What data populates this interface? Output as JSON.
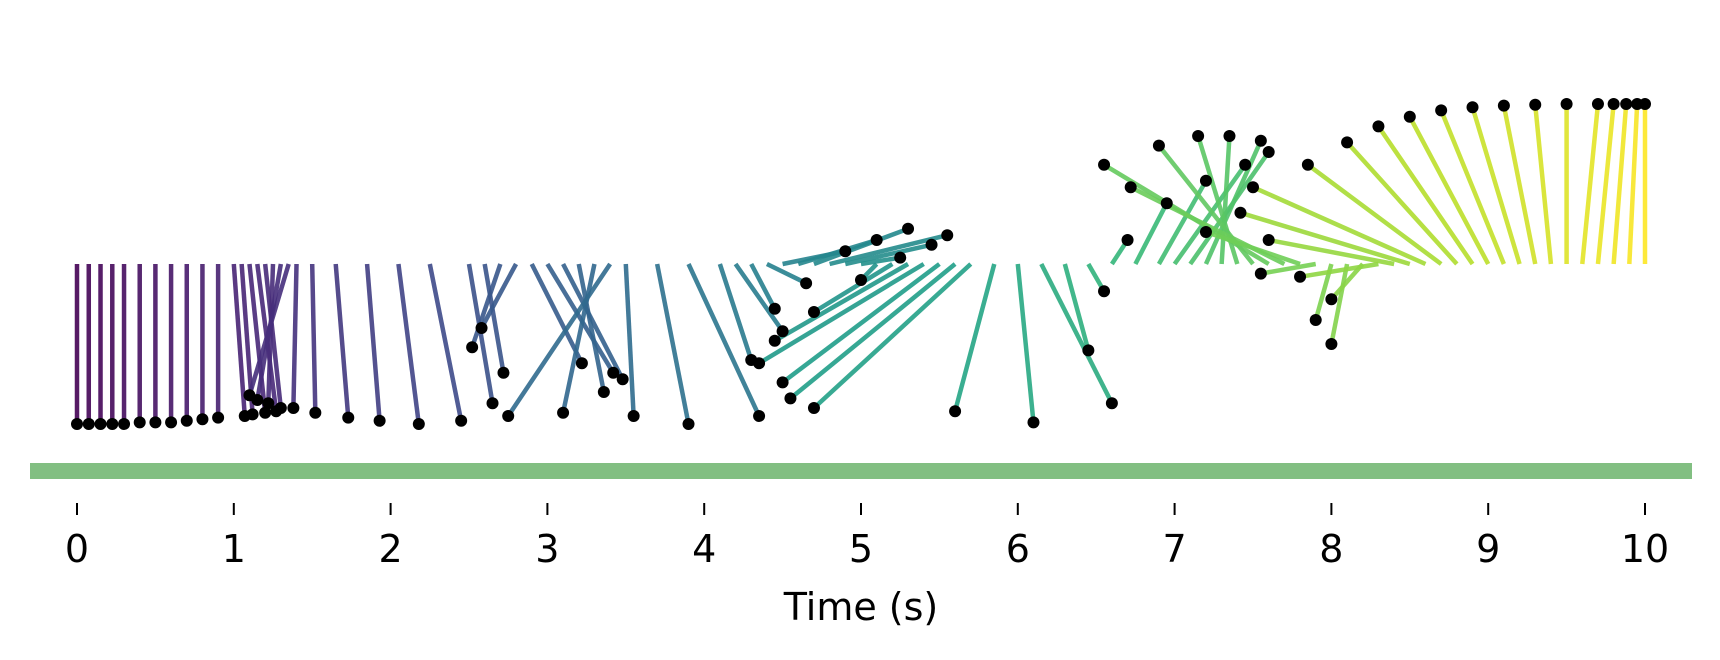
{
  "chart_data": {
    "type": "line",
    "description_type": "swing-up pendulum stroboscopic trajectory",
    "xlabel": "Time (s)",
    "xlim": [
      0,
      10
    ],
    "x_ticks": [
      "0",
      "1",
      "2",
      "3",
      "4",
      "5",
      "6",
      "7",
      "8",
      "9",
      "10"
    ],
    "grid": false,
    "colormap": "viridis",
    "ground_color": "#82bf82",
    "bob_color": "#000000",
    "frames": {
      "t": [
        0,
        0.075,
        0.15,
        0.225,
        0.3,
        0.4,
        0.5,
        0.6,
        0.7,
        0.8,
        0.9,
        1.0,
        1.05,
        1.1,
        1.15,
        1.2,
        1.25,
        1.3,
        1.35,
        1.4,
        1.5,
        1.65,
        1.85,
        2.05,
        2.25,
        2.5,
        2.6,
        2.7,
        2.8,
        2.9,
        3.0,
        3.1,
        3.2,
        3.3,
        3.4,
        3.5,
        3.7,
        3.9,
        4.1,
        4.2,
        4.3,
        4.4,
        4.5,
        4.6,
        4.7,
        4.8,
        4.9,
        5.0,
        5.1,
        5.2,
        5.3,
        5.4,
        5.5,
        5.6,
        5.7,
        5.85,
        6.0,
        6.15,
        6.3,
        6.45,
        6.6,
        6.75,
        6.9,
        7.0,
        7.1,
        7.2,
        7.3,
        7.4,
        7.5,
        7.6,
        7.7,
        7.8,
        7.9,
        8.0,
        8.1,
        8.2,
        8.3,
        8.4,
        8.5,
        8.6,
        8.7,
        8.8,
        8.9,
        9.0,
        9.1,
        9.2,
        9.3,
        9.4,
        9.5,
        9.6,
        9.7,
        9.8,
        9.9,
        10.0
      ],
      "pivot_x": [
        0,
        0.075,
        0.15,
        0.225,
        0.3,
        0.4,
        0.5,
        0.6,
        0.7,
        0.8,
        0.9,
        1.0,
        1.05,
        1.1,
        1.15,
        1.2,
        1.25,
        1.3,
        1.35,
        1.4,
        1.5,
        1.65,
        1.85,
        2.05,
        2.25,
        2.5,
        2.6,
        2.7,
        2.8,
        2.9,
        3.0,
        3.1,
        3.2,
        3.3,
        3.4,
        3.5,
        3.7,
        3.9,
        4.1,
        4.2,
        4.3,
        4.4,
        4.5,
        4.6,
        4.7,
        4.8,
        4.9,
        5.0,
        5.1,
        5.2,
        5.3,
        5.4,
        5.5,
        5.6,
        5.7,
        5.85,
        6.0,
        6.15,
        6.3,
        6.45,
        6.6,
        6.75,
        6.9,
        7.0,
        7.1,
        7.2,
        7.3,
        7.4,
        7.5,
        7.6,
        7.7,
        7.8,
        7.9,
        8.0,
        8.1,
        8.2,
        8.3,
        8.4,
        8.5,
        8.6,
        8.7,
        8.8,
        8.9,
        9.0,
        9.1,
        9.2,
        9.3,
        9.4,
        9.5,
        9.6,
        9.7,
        9.8,
        9.9,
        10.0
      ],
      "bob_x": [
        0,
        0.075,
        0.15,
        0.225,
        0.3,
        0.4,
        0.5,
        0.6,
        0.7,
        0.8,
        0.9,
        1.07,
        1.12,
        1.2,
        1.27,
        1.3,
        1.22,
        1.15,
        1.1,
        1.38,
        1.52,
        1.73,
        1.93,
        2.18,
        2.45,
        2.65,
        2.72,
        2.52,
        2.58,
        3.22,
        3.42,
        3.48,
        3.36,
        3.1,
        2.75,
        3.55,
        3.9,
        4.35,
        4.3,
        4.5,
        4.45,
        4.65,
        4.9,
        5.1,
        5.3,
        5.55,
        5.45,
        5.25,
        5.0,
        4.7,
        4.45,
        4.35,
        4.5,
        4.55,
        4.7,
        5.6,
        6.1,
        6.6,
        6.45,
        6.55,
        6.7,
        6.95,
        7.2,
        7.45,
        7.6,
        7.55,
        7.35,
        7.15,
        6.9,
        6.55,
        6.72,
        7.2,
        7.55,
        7.9,
        8.0,
        8.0,
        7.8,
        7.6,
        7.42,
        7.5,
        7.85,
        8.1,
        8.3,
        8.5,
        8.7,
        8.9,
        9.1,
        9.3,
        9.5,
        9.7,
        9.8,
        9.88,
        9.95,
        10.0
      ],
      "bob_y": [
        -1,
        -1,
        -1,
        -1,
        -1,
        -0.99,
        -0.99,
        -0.99,
        -0.98,
        -0.97,
        -0.96,
        -0.95,
        -0.94,
        -0.93,
        -0.92,
        -0.9,
        -0.87,
        -0.85,
        -0.82,
        -0.9,
        -0.93,
        -0.96,
        -0.98,
        -1,
        -0.98,
        -0.87,
        -0.68,
        -0.52,
        -0.4,
        -0.62,
        -0.68,
        -0.72,
        -0.8,
        -0.93,
        -0.95,
        -0.95,
        -1,
        -0.95,
        -0.6,
        -0.42,
        -0.28,
        -0.12,
        0.08,
        0.15,
        0.22,
        0.18,
        0.12,
        0.04,
        -0.1,
        -0.3,
        -0.48,
        -0.62,
        -0.74,
        -0.84,
        -0.9,
        -0.92,
        -0.99,
        -0.87,
        -0.54,
        -0.17,
        0.15,
        0.38,
        0.52,
        0.62,
        0.7,
        0.77,
        0.8,
        0.8,
        0.74,
        0.62,
        0.48,
        0.2,
        -0.06,
        -0.35,
        -0.5,
        -0.22,
        -0.08,
        0.15,
        0.32,
        0.48,
        0.62,
        0.76,
        0.86,
        0.92,
        0.96,
        0.98,
        0.99,
        0.995,
        1,
        1,
        1,
        1,
        1,
        1
      ]
    }
  }
}
